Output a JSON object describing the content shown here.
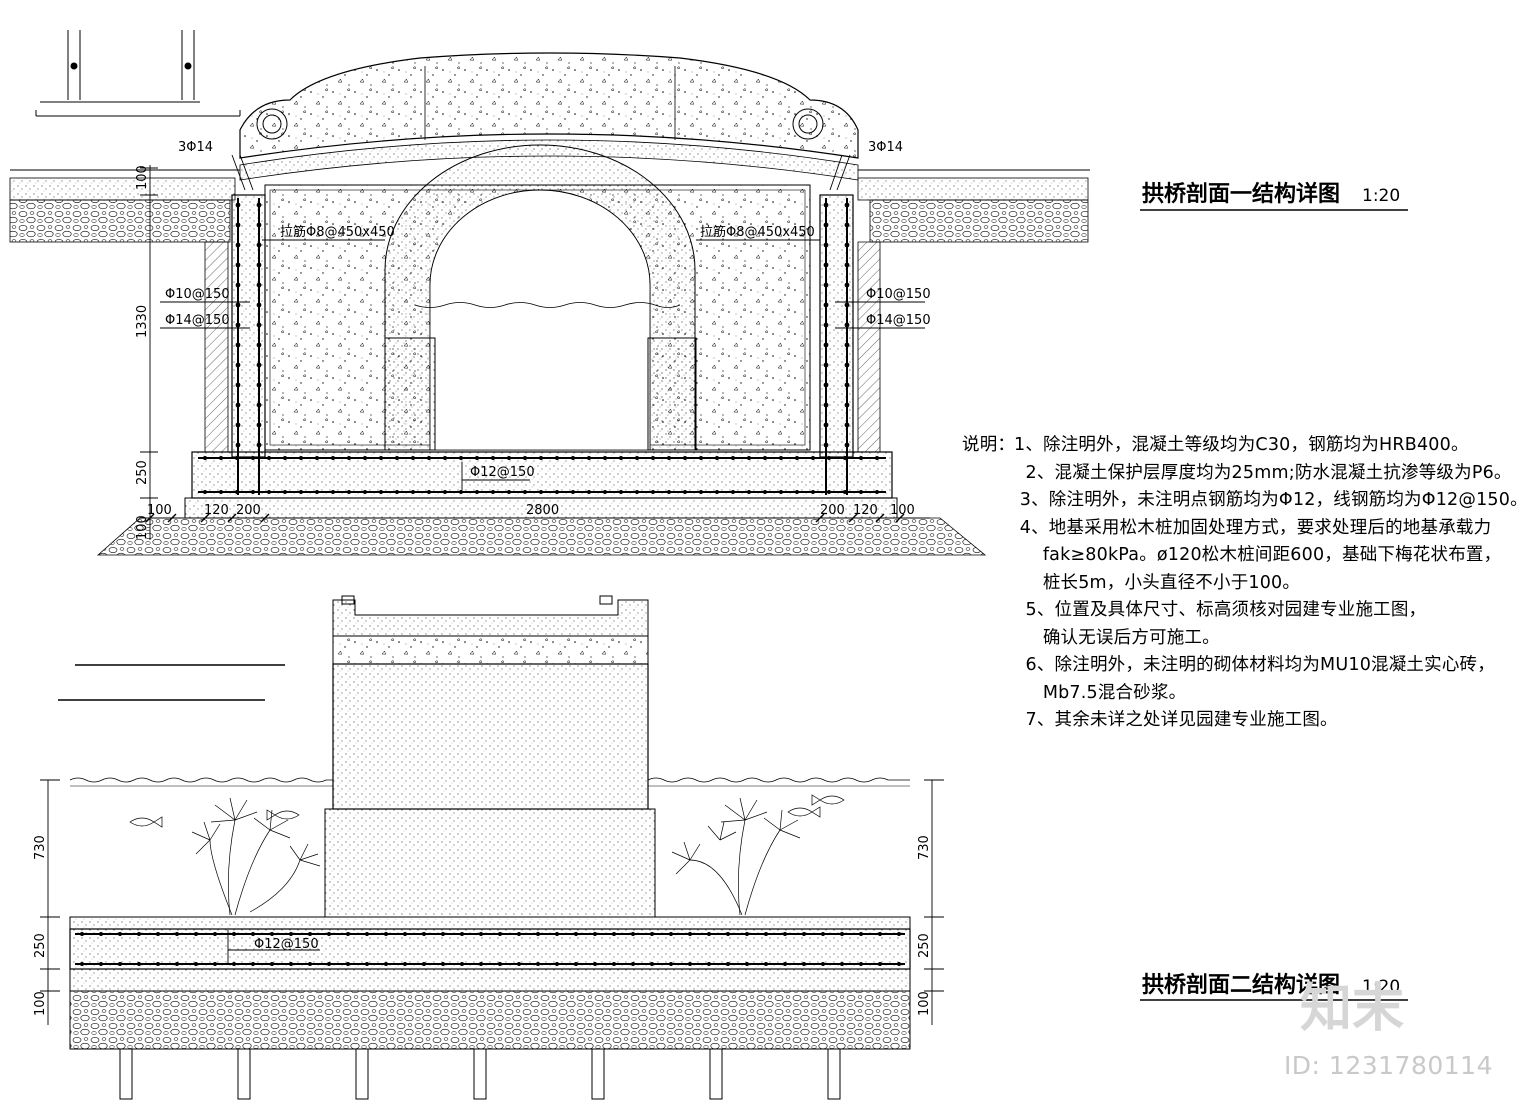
{
  "section1": {
    "title": "拱桥剖面一结构详图",
    "scale": "1:20",
    "labels": {
      "top_left_rebar": "3Φ14",
      "top_right_rebar": "3Φ14",
      "tie_left": "拉筋Φ8@450x450",
      "tie_right": "拉筋Φ8@450x450",
      "left_bar_a": "Φ10@150",
      "left_bar_b": "Φ14@150",
      "right_bar_a": "Φ10@150",
      "right_bar_b": "Φ14@150",
      "slab_bar": "Φ12@150"
    },
    "dimensions": {
      "v_top": "100",
      "v_wall": "1330",
      "v_slab": "250",
      "v_base": "100",
      "h_left_a": "100",
      "h_left_b": "120",
      "h_left_c": "200",
      "h_span": "2800",
      "h_right_c": "200",
      "h_right_b": "120",
      "h_right_a": "100"
    }
  },
  "section2": {
    "title": "拱桥剖面二结构详图",
    "scale": "1:20",
    "labels": {
      "slab_bar": "Φ12@150"
    },
    "dimensions": {
      "left_water": "730",
      "left_slab": "250",
      "left_base": "100",
      "right_water": "730",
      "right_slab": "250",
      "right_base": "100"
    }
  },
  "notes": {
    "lead": "说明：",
    "items": [
      "1、除注明外，混凝土等级均为C30，钢筋均为HRB400。",
      "  2、混凝土保护层厚度均为25mm;防水混凝土抗渗等级为P6。",
      " 3、除注明外，未注明点钢筋均为Φ12，线钢筋均为Φ12@150。",
      " 4、地基采用松木桩加固处理方式，要求处理后的地基承载力",
      "     fak≥80kPa。ø120松木桩间距600，基础下梅花状布置，",
      "     桩长5m，小头直径不小于100。",
      "  5、位置及具体尺寸、标高须核对园建专业施工图，",
      "     确认无误后方可施工。",
      "  6、除注明外，未注明的砌体材料均为MU10混凝土实心砖，",
      "     Mb7.5混合砂浆。",
      "  7、其余未详之处详见园建专业施工图。"
    ]
  },
  "watermark": {
    "logo": "知末",
    "id_text": "ID: 1231780114"
  }
}
